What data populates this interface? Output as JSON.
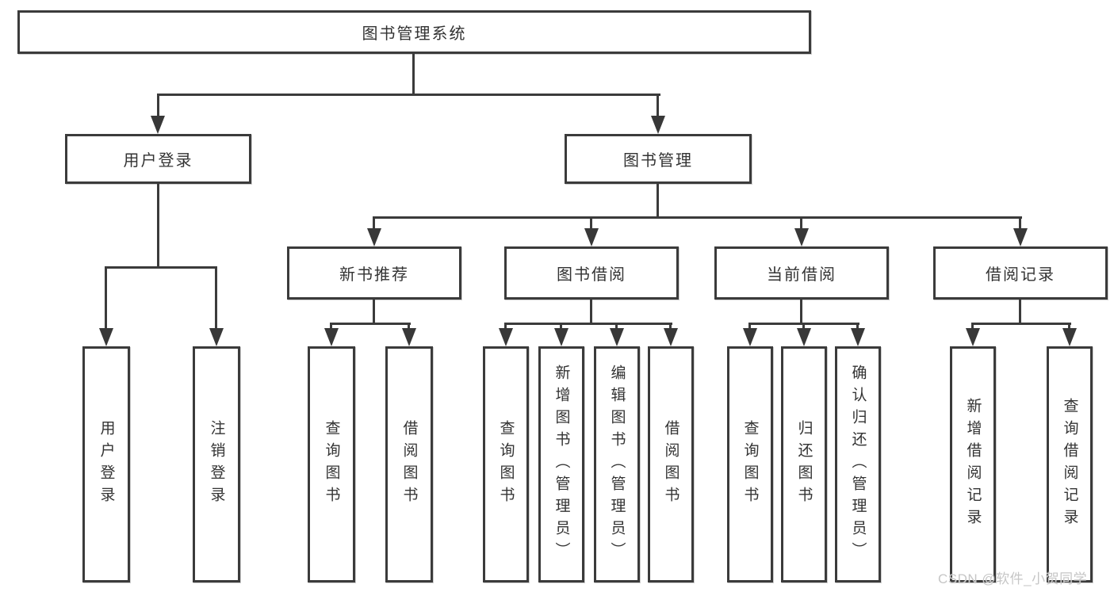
{
  "diagram": {
    "root_label": "图书管理系统",
    "branches": [
      {
        "label": "用户登录",
        "children": [
          {
            "label": "用户登录"
          },
          {
            "label": "注销登录"
          }
        ]
      },
      {
        "label": "图书管理",
        "sections": [
          {
            "label": "新书推荐",
            "children": [
              {
                "label": "查询图书"
              },
              {
                "label": "借阅图书"
              }
            ]
          },
          {
            "label": "图书借阅",
            "children": [
              {
                "label": "查询图书"
              },
              {
                "label": "新增图书（管理员）"
              },
              {
                "label": "编辑图书（管理员）"
              },
              {
                "label": "借阅图书"
              }
            ]
          },
          {
            "label": "当前借阅",
            "children": [
              {
                "label": "查询图书"
              },
              {
                "label": "归还图书"
              },
              {
                "label": "确认归还（管理员）"
              }
            ]
          },
          {
            "label": "借阅记录",
            "children": [
              {
                "label": "新增借阅记录"
              },
              {
                "label": "查询借阅记录"
              }
            ]
          }
        ]
      }
    ],
    "watermark": "CSDN @软件_小贺同学"
  },
  "colors": {
    "line": "#3b3b3b",
    "text": "#333333",
    "watermark": "#c6c6c6",
    "background": "#ffffff"
  }
}
